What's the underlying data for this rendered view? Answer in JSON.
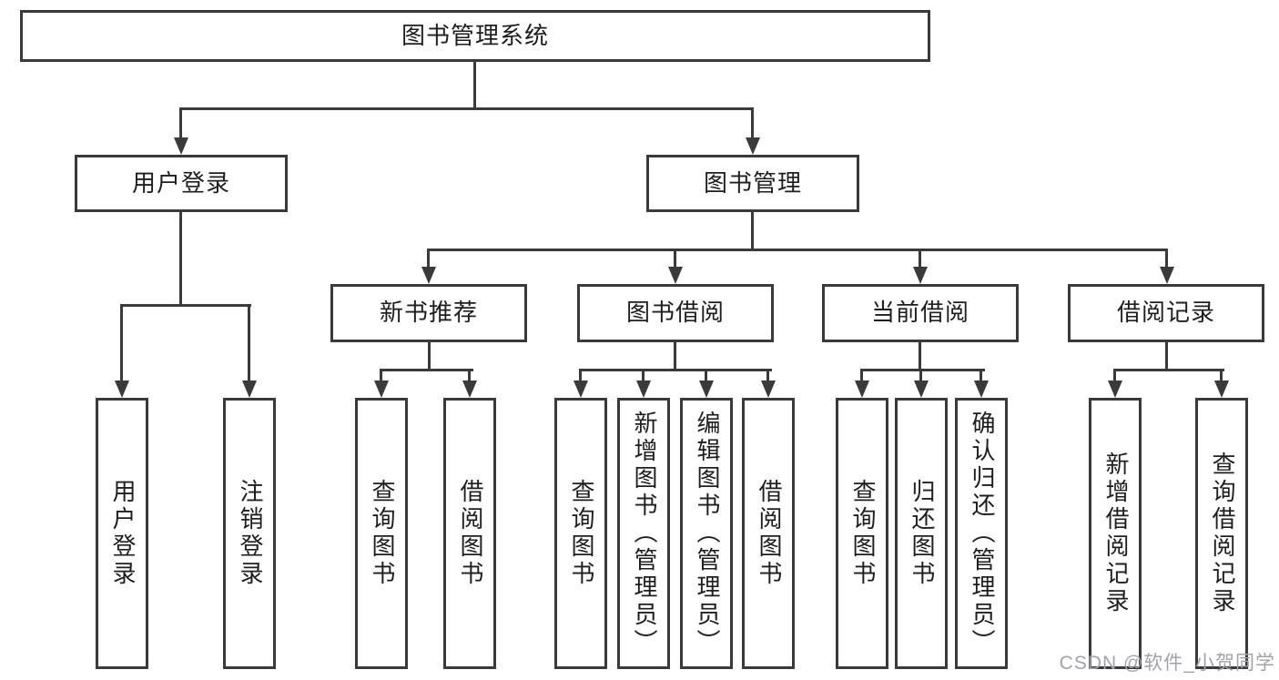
{
  "diagram": {
    "root": "图书管理系统",
    "branches": [
      {
        "label": "用户登录",
        "children": [
          {
            "label": "用户登录"
          },
          {
            "label": "注销登录"
          }
        ]
      },
      {
        "label": "图书管理",
        "children": [
          {
            "label": "新书推荐",
            "children": [
              {
                "label": "查询图书"
              },
              {
                "label": "借阅图书"
              }
            ]
          },
          {
            "label": "图书借阅",
            "children": [
              {
                "label": "查询图书"
              },
              {
                "label": "新增图书（管理员）"
              },
              {
                "label": "编辑图书（管理员）"
              },
              {
                "label": "借阅图书"
              }
            ]
          },
          {
            "label": "当前借阅",
            "children": [
              {
                "label": "查询图书"
              },
              {
                "label": "归还图书"
              },
              {
                "label": "确认归还（管理员）"
              }
            ]
          },
          {
            "label": "借阅记录",
            "children": [
              {
                "label": "新增借阅记录"
              },
              {
                "label": "查询借阅记录"
              }
            ]
          }
        ]
      }
    ],
    "line_color": "#3a3a3a"
  },
  "watermark": "CSDN @软件_小贺同学"
}
